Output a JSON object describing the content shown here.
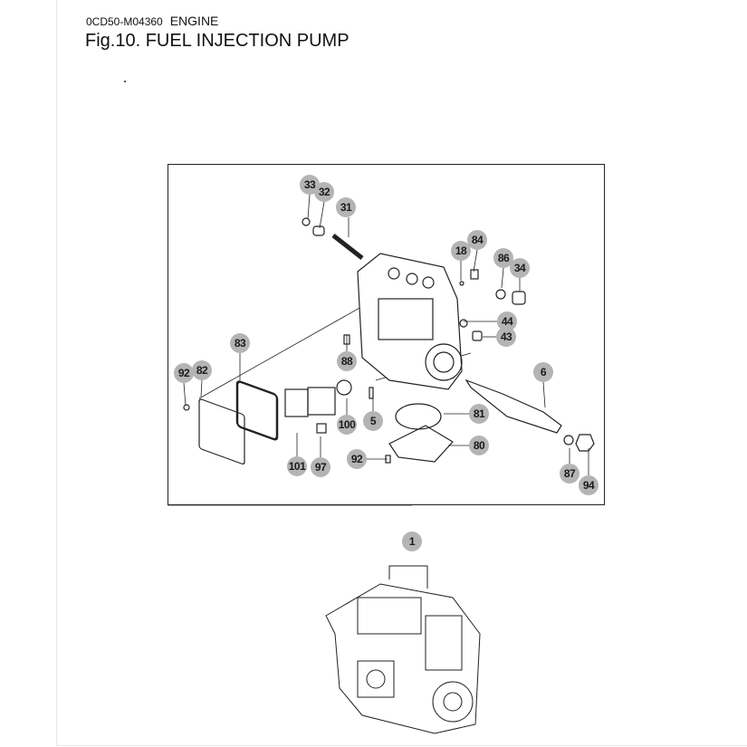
{
  "header": {
    "doc_code": "0CD50-M04360",
    "section": "ENGINE",
    "figure_title": "Fig.10.  FUEL INJECTION PUMP"
  },
  "callouts": {
    "c33": "33",
    "c32": "32",
    "c31": "31",
    "c18": "18",
    "c84": "84",
    "c86": "86",
    "c34": "34",
    "c44": "44",
    "c43": "43",
    "c83": "83",
    "c92a": "92",
    "c82": "82",
    "c88": "88",
    "c6": "6",
    "c100": "100",
    "c5": "5",
    "c81": "81",
    "c80": "80",
    "c92b": "92",
    "c101": "101",
    "c97": "97",
    "c87": "87",
    "c94": "94",
    "c1": "1"
  }
}
